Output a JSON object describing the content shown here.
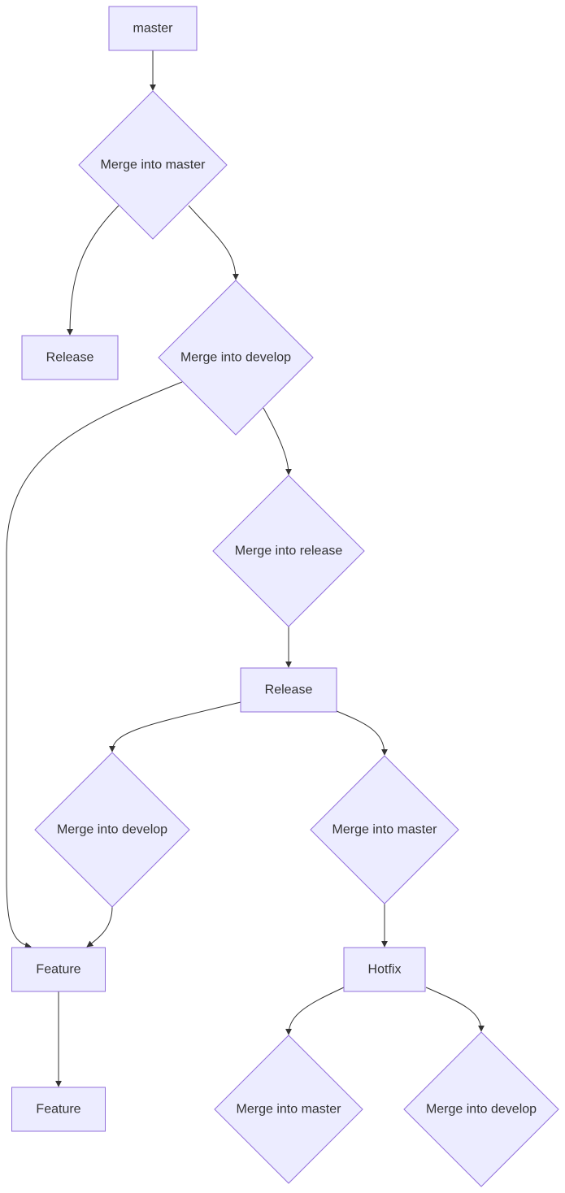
{
  "colors": {
    "node_fill": "#ECECFF",
    "node_stroke": "#9370DB",
    "edge": "#333333",
    "text": "#333333",
    "background": "#FFFFFF"
  },
  "nodes": [
    {
      "id": "n1",
      "label": "master",
      "shape": "rect"
    },
    {
      "id": "n2",
      "label": "Merge into master",
      "shape": "diamond"
    },
    {
      "id": "n3",
      "label": "Release",
      "shape": "rect"
    },
    {
      "id": "n4",
      "label": "Merge into develop",
      "shape": "diamond"
    },
    {
      "id": "n5",
      "label": "Merge into release",
      "shape": "diamond"
    },
    {
      "id": "n6",
      "label": "Release",
      "shape": "rect"
    },
    {
      "id": "n7",
      "label": "Merge into develop",
      "shape": "diamond"
    },
    {
      "id": "n8",
      "label": "Merge into master",
      "shape": "diamond"
    },
    {
      "id": "n9",
      "label": "Feature",
      "shape": "rect"
    },
    {
      "id": "n10",
      "label": "Hotfix",
      "shape": "rect"
    },
    {
      "id": "n11",
      "label": "Feature",
      "shape": "rect"
    },
    {
      "id": "n12",
      "label": "Merge into master",
      "shape": "diamond"
    },
    {
      "id": "n13",
      "label": "Merge into develop",
      "shape": "diamond"
    }
  ],
  "edges": [
    {
      "from": "n1",
      "to": "n2"
    },
    {
      "from": "n2",
      "to": "n3"
    },
    {
      "from": "n2",
      "to": "n4"
    },
    {
      "from": "n4",
      "to": "n9"
    },
    {
      "from": "n4",
      "to": "n5"
    },
    {
      "from": "n5",
      "to": "n6"
    },
    {
      "from": "n6",
      "to": "n7"
    },
    {
      "from": "n6",
      "to": "n8"
    },
    {
      "from": "n7",
      "to": "n9"
    },
    {
      "from": "n8",
      "to": "n10"
    },
    {
      "from": "n9",
      "to": "n11"
    },
    {
      "from": "n10",
      "to": "n12"
    },
    {
      "from": "n10",
      "to": "n13"
    }
  ]
}
